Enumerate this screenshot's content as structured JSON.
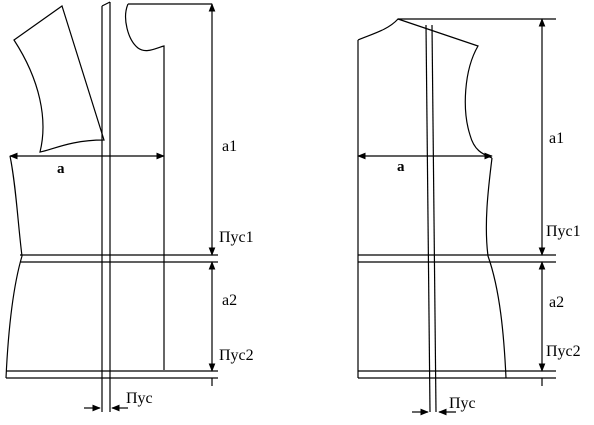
{
  "figure": {
    "front": {
      "width_label": "a",
      "upper_height_label": "a1",
      "waist_ease_label": "Пус1",
      "lower_height_label": "a2",
      "hem_ease_label": "Пус2",
      "strip_ease_label": "Пус"
    },
    "back": {
      "width_label": "a",
      "upper_height_label": "a1",
      "waist_ease_label": "Пус1",
      "lower_height_label": "a2",
      "hem_ease_label": "Пус2",
      "strip_ease_label": "Пус"
    }
  }
}
